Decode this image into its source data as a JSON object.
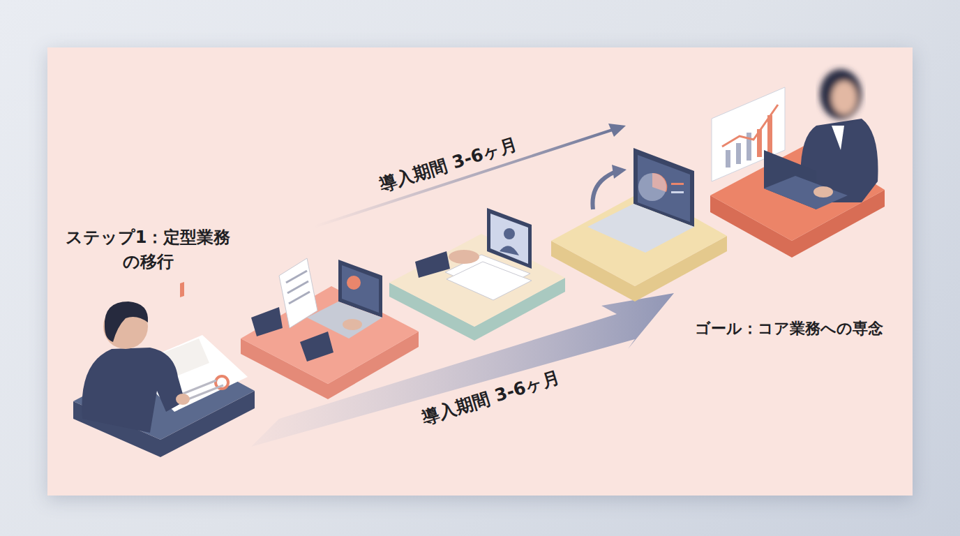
{
  "diagram": {
    "labels": [
      "ステップ1：定型業務の移行",
      "導入期間 3-6ヶ月",
      "導入期間 3-6ヶ月",
      "ゴール：コア業務への専念"
    ]
  }
}
